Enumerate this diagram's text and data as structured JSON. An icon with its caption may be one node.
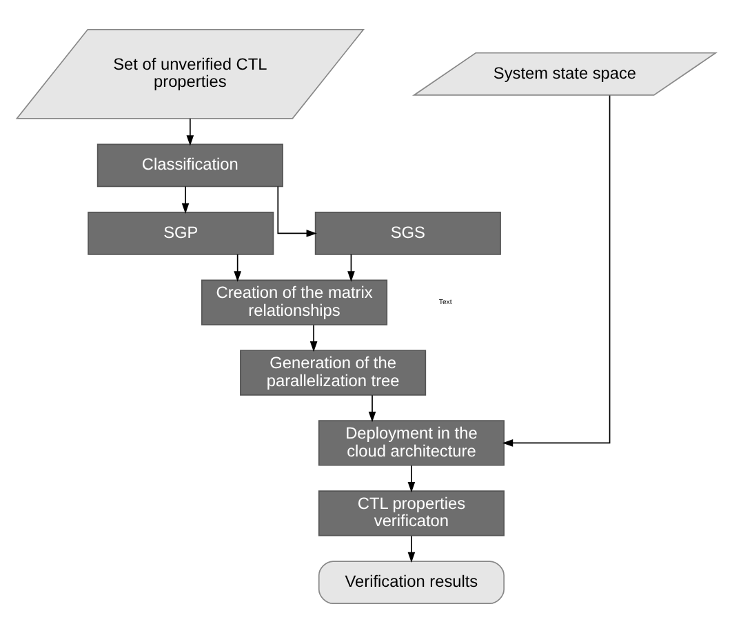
{
  "diagram": {
    "nodes": [
      {
        "text": [
          "Set of unverified CTL properties"
        ]
      },
      {
        "text": [
          "System state space"
        ]
      },
      {
        "text": [
          "Classification"
        ]
      },
      {
        "text": [
          "SGS"
        ]
      },
      {
        "text": [
          "SGP"
        ]
      },
      {
        "text": [
          "Creation of the matrix relationships"
        ]
      },
      {
        "text": [
          "Generation of the parallelization tree"
        ]
      },
      {
        "text": [
          "Deployment in the cloud architecture"
        ]
      },
      {
        "text": [
          "CTL properties verificaton"
        ]
      },
      {
        "text": [
          "Verification results"
        ]
      }
    ],
    "edges": [
      {
        "from": 0,
        "to": 2,
        "arrow": "to"
      },
      {
        "from": 2,
        "to": 3,
        "arrow": "to"
      },
      {
        "from": 2,
        "to": 4,
        "arrow": "to"
      },
      {
        "from": 3,
        "to": 5,
        "arrow": "to"
      },
      {
        "from": 4,
        "to": 5,
        "arrow": "to"
      },
      {
        "from": 5,
        "to": 6,
        "arrow": "to"
      },
      {
        "from": 6,
        "to": 7,
        "arrow": "to"
      },
      {
        "from": 1,
        "to": 7,
        "arrow": "to"
      },
      {
        "from": 7,
        "to": 8,
        "arrow": "to"
      },
      {
        "from": 8,
        "to": 9,
        "arrow": "to"
      }
    ],
    "labels": [
      "Text"
    ]
  }
}
